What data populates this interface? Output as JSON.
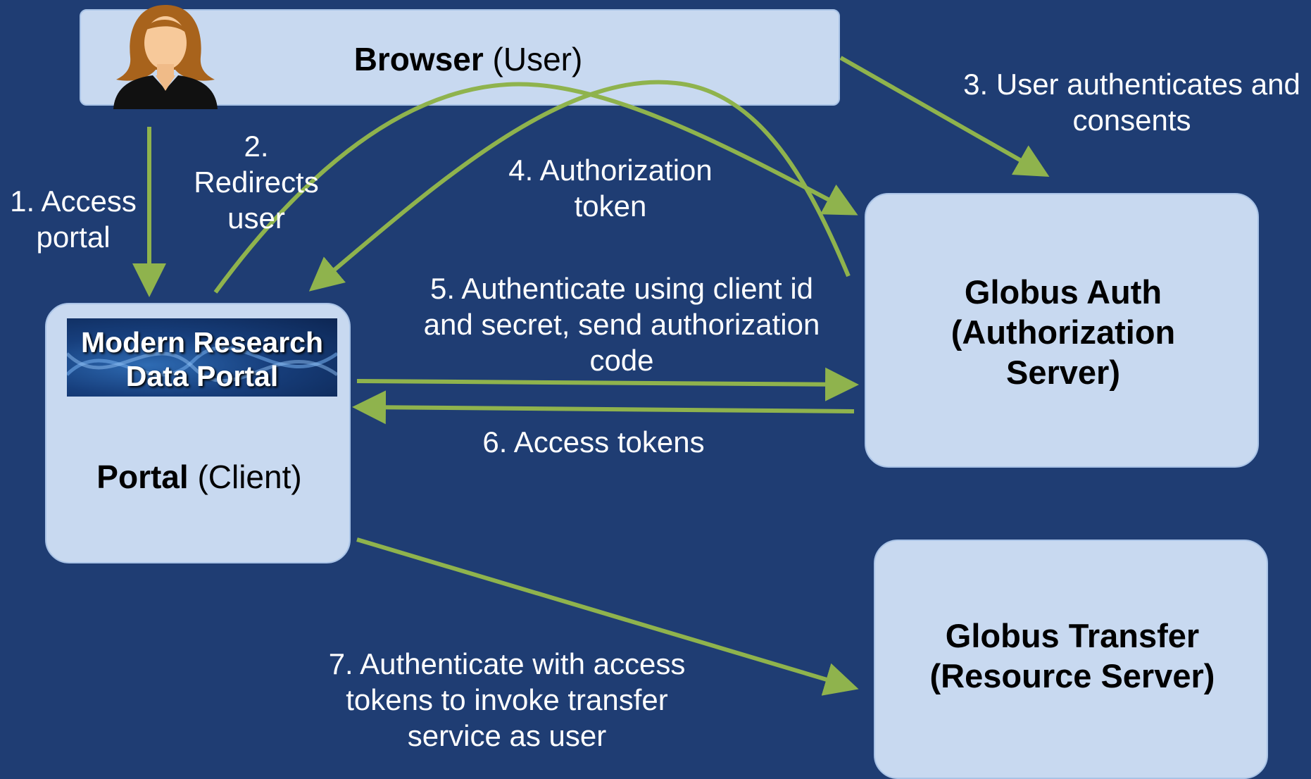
{
  "browser": {
    "title_bold": "Browser",
    "title_rest": " (User)"
  },
  "portal": {
    "banner_line1": "Modern Research",
    "banner_line2": "Data Portal",
    "title_bold": "Portal",
    "title_rest": " (Client)"
  },
  "auth_server": {
    "line1": "Globus Auth",
    "line2": "(Authorization",
    "line3": "Server)"
  },
  "transfer_server": {
    "line1": "Globus Transfer",
    "line2": "(Resource Server)"
  },
  "steps": {
    "s1": {
      "line1": "1. Access",
      "line2": "portal"
    },
    "s2": {
      "line1": "2.",
      "line2": "Redirects",
      "line3": "user"
    },
    "s3": {
      "line1": "3. User authenticates and",
      "line2": "consents"
    },
    "s4": {
      "line1": "4. Authorization",
      "line2": "token"
    },
    "s5": {
      "line1": "5. Authenticate using client id",
      "line2": "and secret, send authorization",
      "line3": "code"
    },
    "s6": {
      "line1": "6. Access tokens"
    },
    "s7": {
      "line1": "7. Authenticate with access",
      "line2": "tokens to invoke transfer",
      "line3": "service as user"
    }
  },
  "colors": {
    "background": "#1f3d73",
    "box": "#c8d9f0",
    "arrow": "#8fb34d",
    "text": "#ffffff"
  }
}
